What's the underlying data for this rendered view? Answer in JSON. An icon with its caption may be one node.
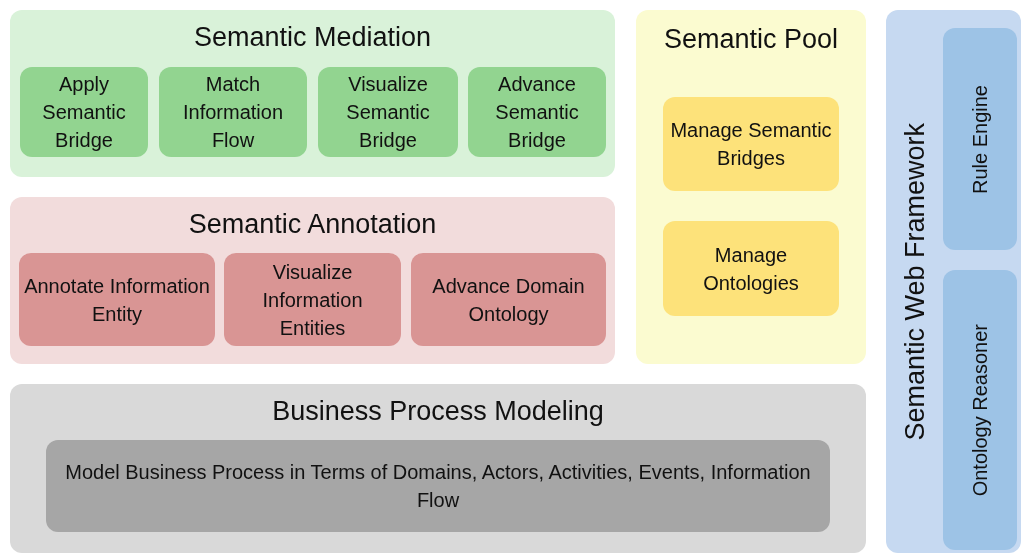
{
  "diagram": {
    "nodes": [
      {
        "text": [
          "Semantic Mediation"
        ]
      },
      {
        "text": [
          "Apply Semantic Bridge"
        ],
        "in": 0
      },
      {
        "text": [
          "Match Information Flow"
        ],
        "in": 0
      },
      {
        "text": [
          "Visualize Semantic Bridge"
        ],
        "in": 0
      },
      {
        "text": [
          "Advance Semantic Bridge"
        ],
        "in": 0
      },
      {
        "text": [
          "Semantic Annotation"
        ]
      },
      {
        "text": [
          "Annotate Information Entity"
        ],
        "in": 5
      },
      {
        "text": [
          "Visualize Information Entities"
        ],
        "in": 5
      },
      {
        "text": [
          "Advance Domain Ontology"
        ],
        "in": 5
      },
      {
        "text": [
          "Semantic Pool"
        ]
      },
      {
        "text": [
          "Manage Semantic Bridges"
        ],
        "in": 9
      },
      {
        "text": [
          "Manage Ontologies"
        ],
        "in": 9
      },
      {
        "text": [
          "Business Process Modeling"
        ]
      },
      {
        "text": [
          "Model Business Process in Terms of Domains, Actors, Activities, Events, Information Flow"
        ],
        "in": 12
      },
      {
        "text": [
          "Semantic Web Framework"
        ]
      },
      {
        "text": [
          "Rule Engine"
        ],
        "in": 14
      },
      {
        "text": [
          "Ontology Reasoner"
        ],
        "in": 14
      }
    ]
  }
}
